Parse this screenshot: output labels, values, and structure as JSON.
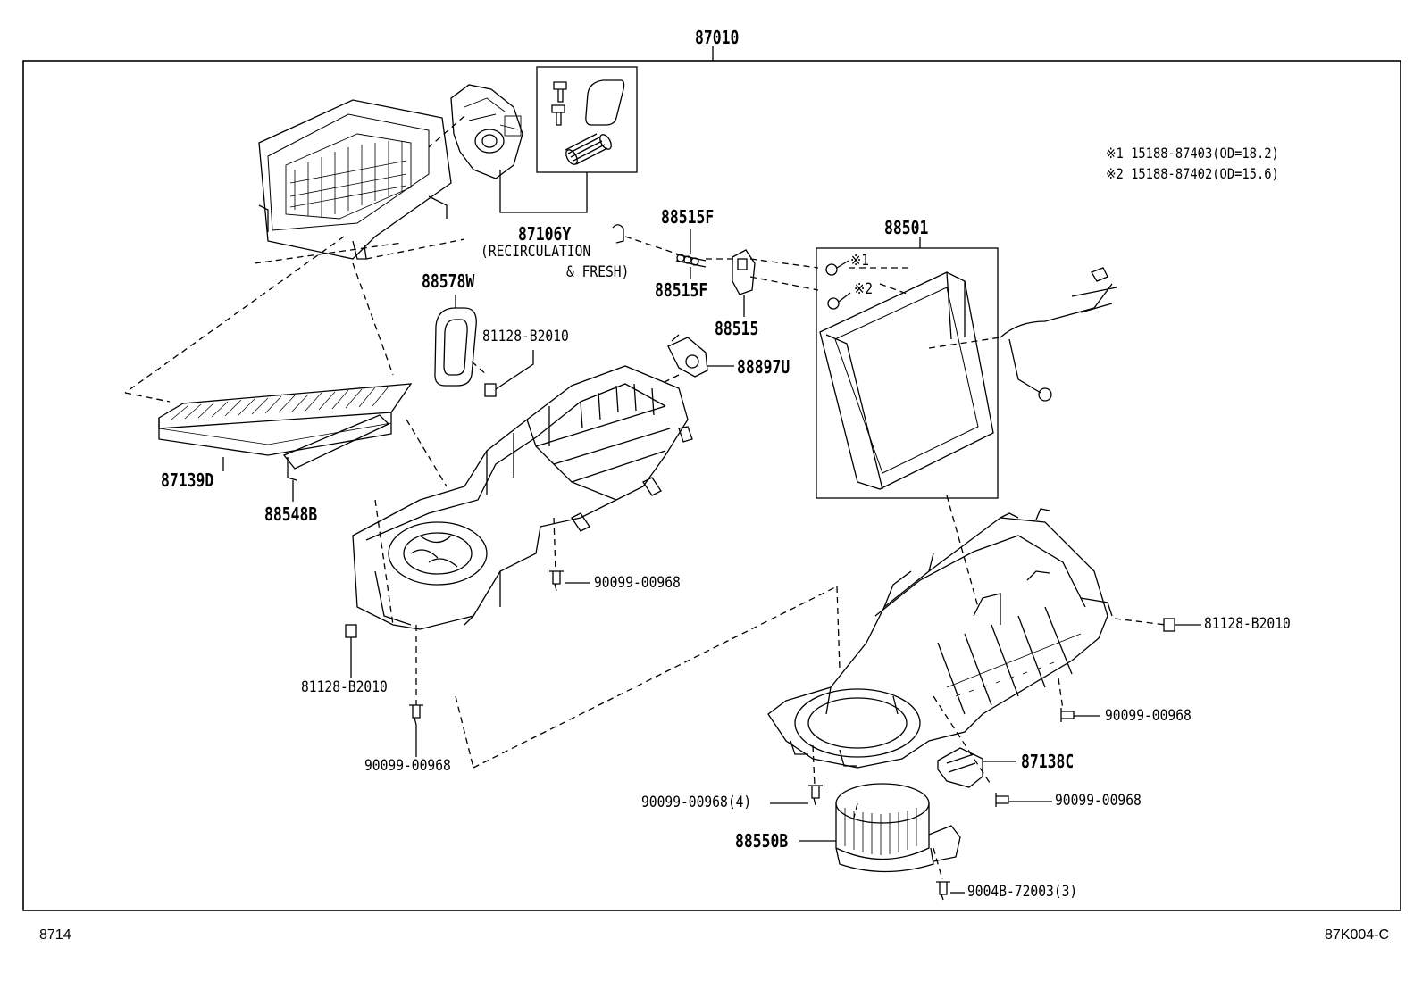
{
  "assembly_number": "87010",
  "notes": [
    {
      "mark": "※1",
      "part": "15188-87403",
      "size": "(OD=18.2)"
    },
    {
      "mark": "※2",
      "part": "15188-87402",
      "size": "(OD=15.6)"
    }
  ],
  "parts": {
    "p87106Y": "87106Y",
    "p87106Y_desc1": "(RECIRCULATION",
    "p87106Y_desc2": "& FRESH)",
    "p88515F_a": "88515F",
    "p88515F_b": "88515F",
    "p88515": "88515",
    "p88501": "88501",
    "p88578W": "88578W",
    "p81128_top": "81128-B2010",
    "p88897U": "88897U",
    "p87139D": "87139D",
    "p88548B": "88548B",
    "p90099_center": "90099-00968",
    "p81128_left": "81128-B2010",
    "p90099_left": "90099-00968",
    "p81128_right": "81128-B2010",
    "p90099_right": "90099-00968",
    "p87138C": "87138C",
    "p90099_4": "90099-00968(4)",
    "p90099_right2": "90099-00968",
    "p88550B": "88550B",
    "p9004B": "9004B-72003(3)",
    "mark1": "※1",
    "mark2": "※2"
  },
  "footer": {
    "left": "8714",
    "right": "87K004-C"
  }
}
